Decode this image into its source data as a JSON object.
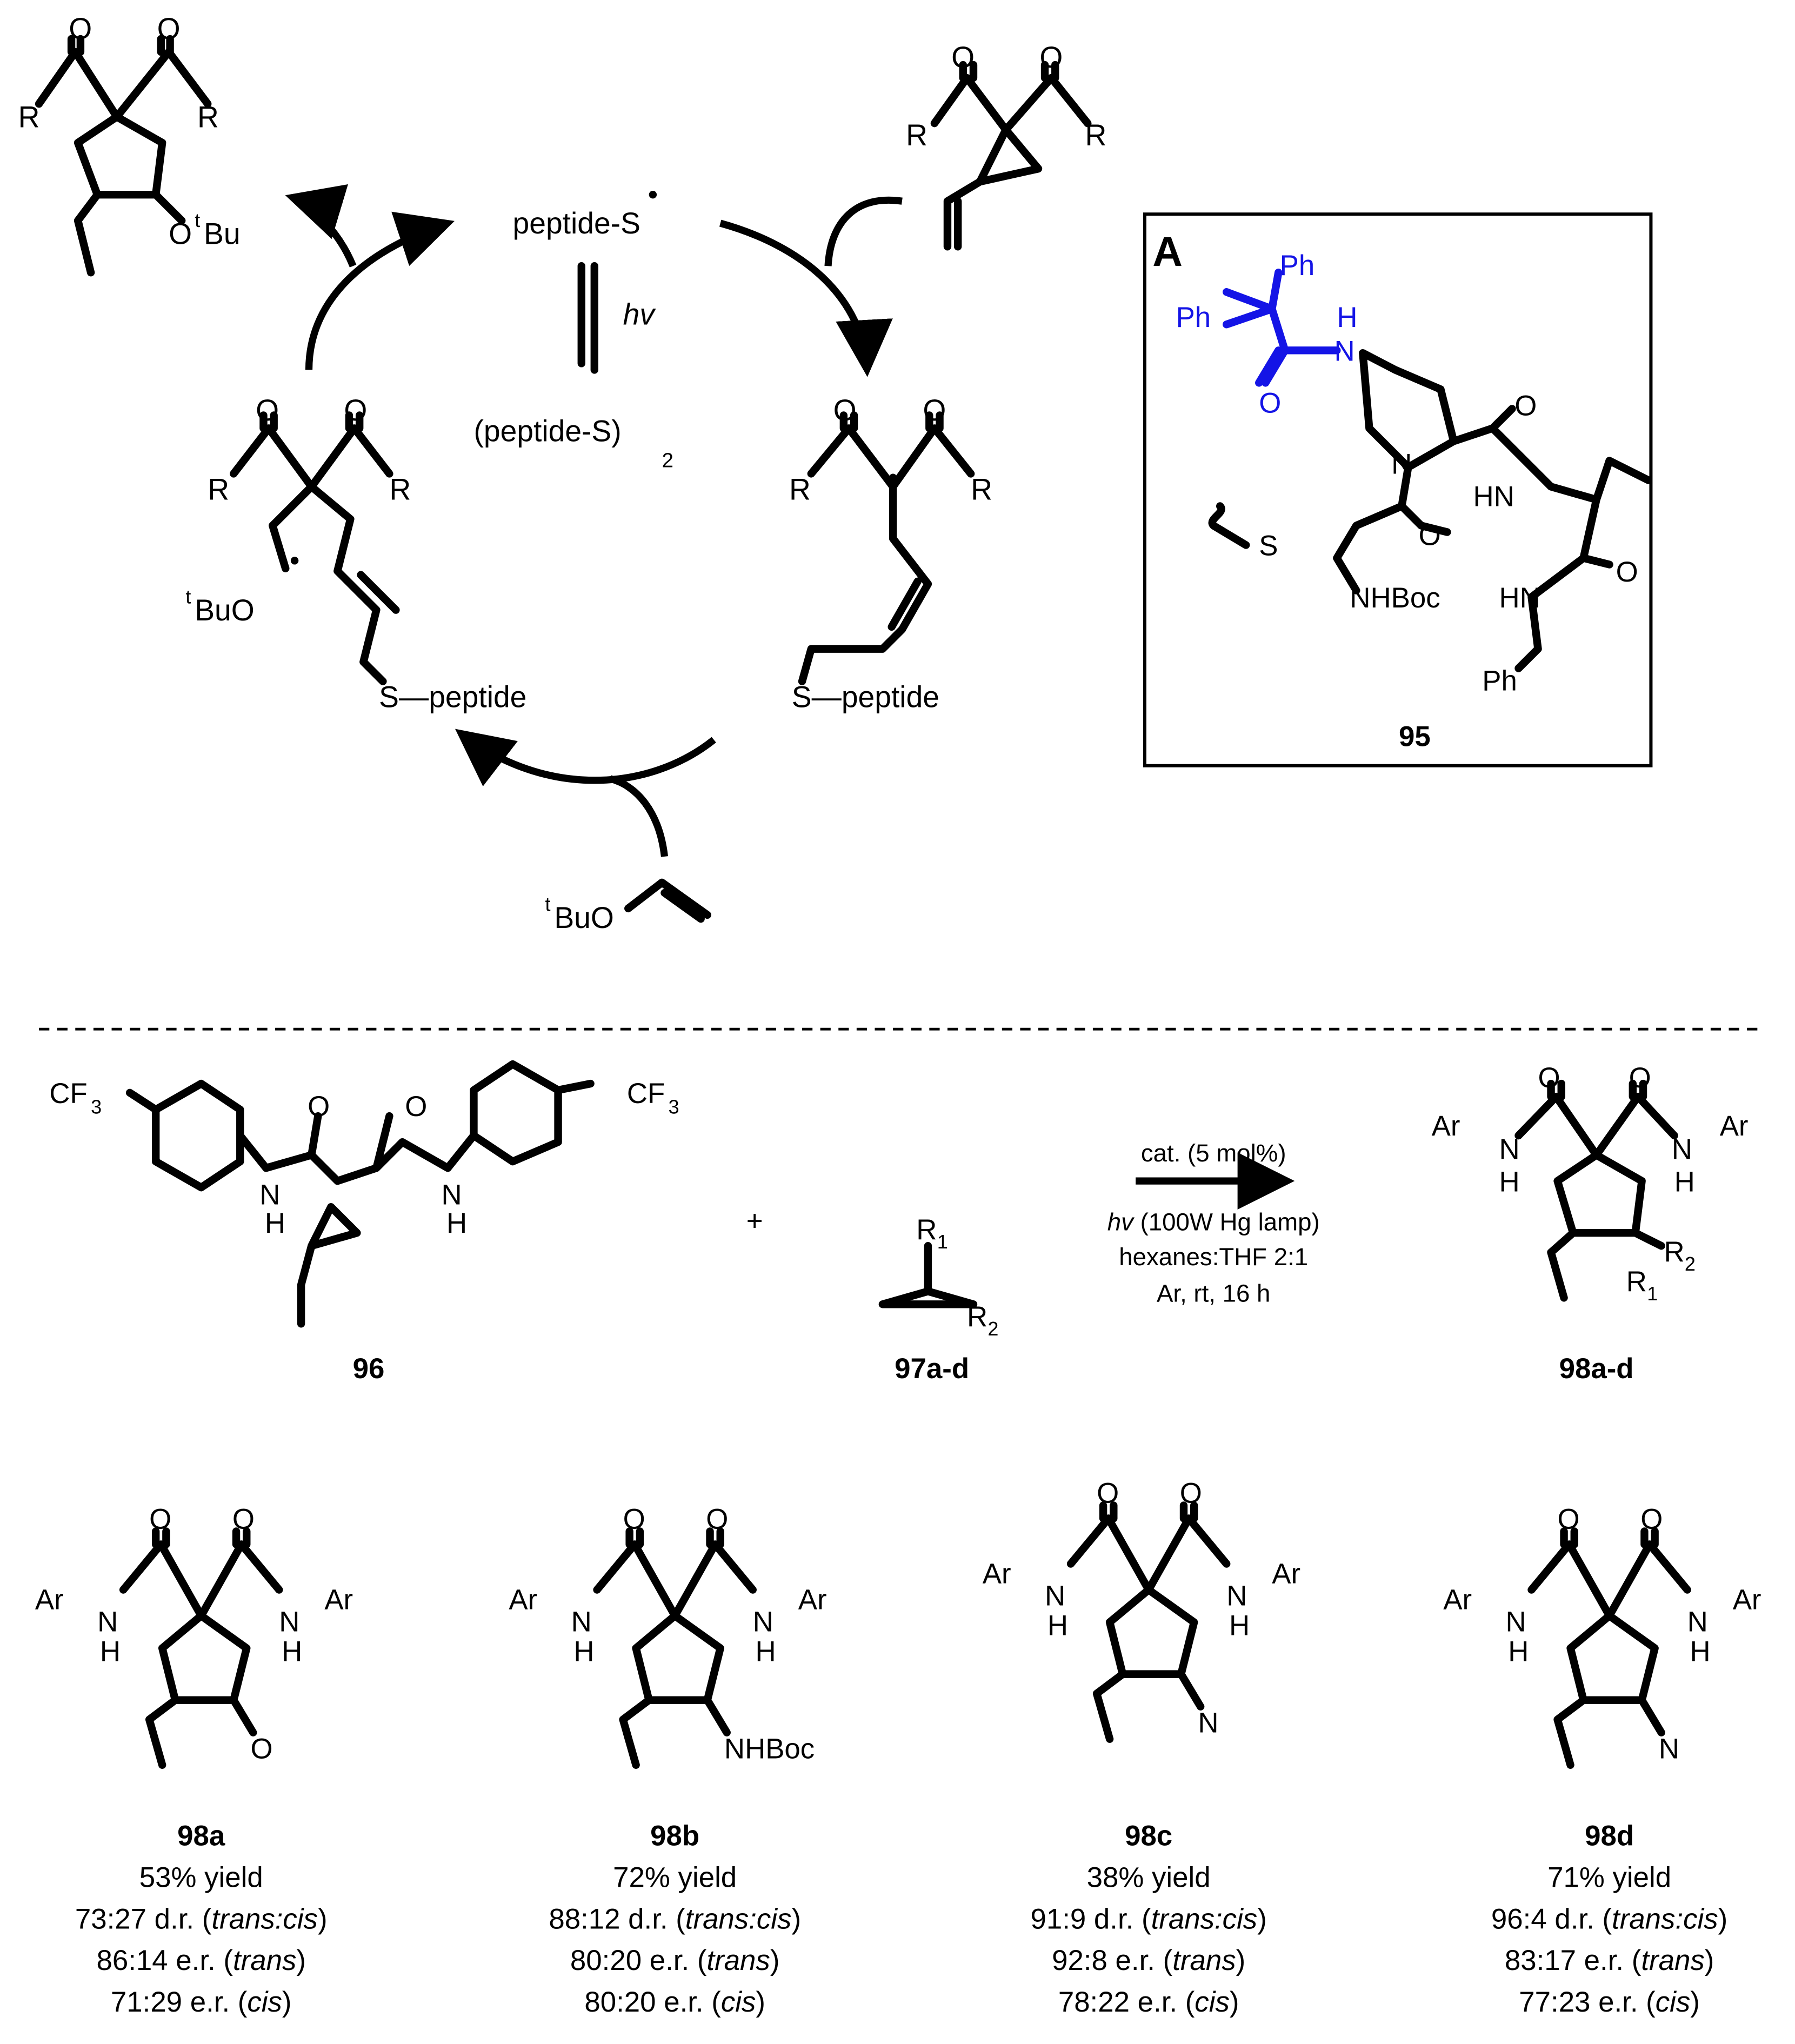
{
  "cycle": {
    "radical": "peptide-S",
    "light": "hv",
    "dimer": "(peptide-S)",
    "dimer_subscript": "2",
    "r": "R",
    "otbu_product": "O",
    "otbu_sup": "t",
    "otbu_tail": "Bu",
    "s_peptide": "S—peptide",
    "tbuo_sup": "t",
    "tbuo": "BuO",
    "oxygen": "O"
  },
  "box": {
    "tag": "A",
    "ph": "Ph",
    "nh_n": "N",
    "nh_h": "H",
    "n": "N",
    "hn": "HN",
    "s": "S",
    "nhboc": "NHBoc",
    "oxygen": "O",
    "compound": "95"
  },
  "reaction": {
    "cf3": "CF",
    "cf3_sub": "3",
    "n": "N",
    "h": "H",
    "oxygen": "O",
    "plus": "+",
    "r1": "R",
    "r1_sub": "1",
    "r2": "R",
    "r2_sub": "2",
    "ar": "Ar",
    "cond_catalyst": "cat. (5 mol%)",
    "cond_light_italic": "hv",
    "cond_light_rest": " (100W Hg lamp)",
    "cond_solvent": "hexanes:THF 2:1",
    "cond_temp": "Ar, rt, 16 h",
    "label_sm": "96",
    "label_alkene": "97a-d",
    "label_product": "98a-d"
  },
  "products": [
    {
      "id": "98a",
      "subst_text": "O",
      "yield": "53% yield",
      "dr_num": "73:27 d.r. (",
      "dr_ital": "trans:cis",
      "er1_num": "86:14 e.r. (",
      "er1_ital": "trans",
      "er2_num": "71:29 e.r. (",
      "er2_ital": "cis",
      "close": ")"
    },
    {
      "id": "98b",
      "subst_text": "NHBoc",
      "yield": "72% yield",
      "dr_num": "88:12 d.r. (",
      "dr_ital": "trans:cis",
      "er1_num": "80:20 e.r. (",
      "er1_ital": "trans",
      "er2_num": "80:20 e.r. (",
      "er2_ital": "cis",
      "close": ")"
    },
    {
      "id": "98c",
      "subst_text": "N",
      "yield": "38% yield",
      "dr_num": "91:9 d.r. (",
      "dr_ital": "trans:cis",
      "er1_num": "92:8 e.r. (",
      "er1_ital": "trans",
      "er2_num": "78:22 e.r. (",
      "er2_ital": "cis",
      "close": ")"
    },
    {
      "id": "98d",
      "subst_text": "N",
      "yield": "71% yield",
      "dr_num": "96:4 d.r. (",
      "dr_ital": "trans:cis",
      "er1_num": "83:17 e.r. (",
      "er1_ital": "trans",
      "er2_num": "77:23 e.r. (",
      "er2_ital": "cis",
      "close": ")"
    }
  ]
}
